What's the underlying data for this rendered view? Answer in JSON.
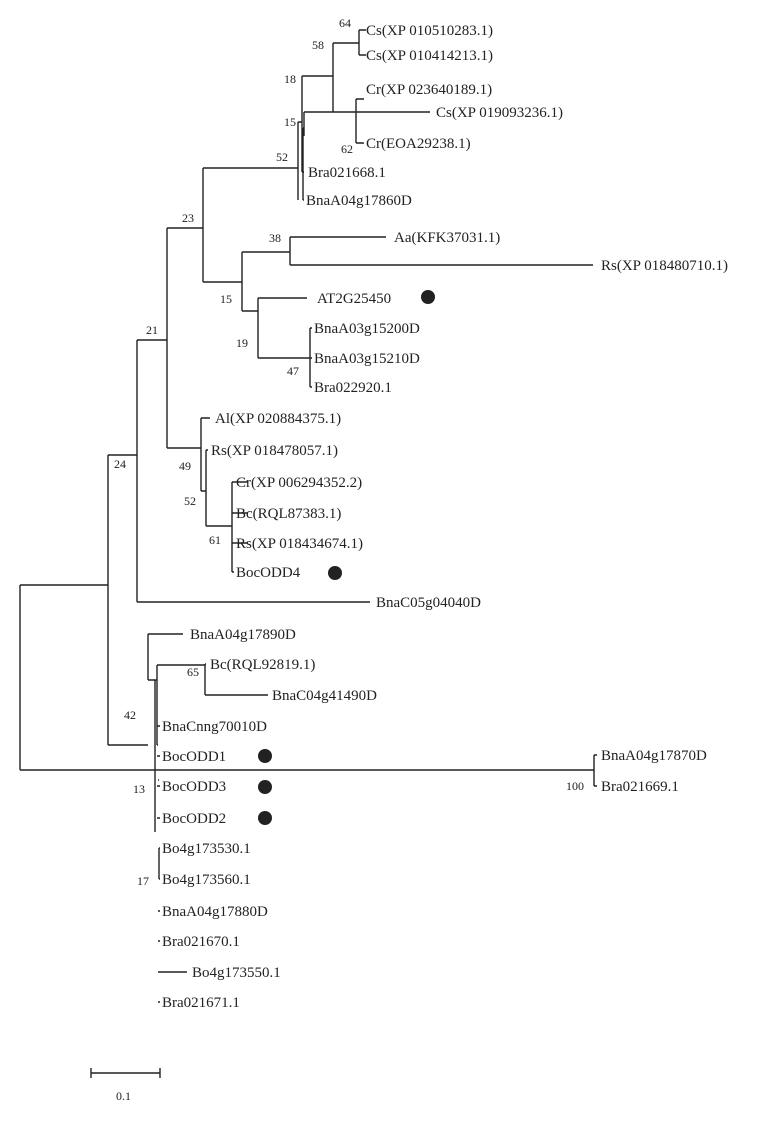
{
  "leaves": [
    "Cs(XP 010510283.1)",
    "Cs(XP 010414213.1)",
    "Cs(XP 019093236.1)",
    "Cr(XP 023640189.1)",
    "Cr(EOA29238.1)",
    "Bra021668.1",
    "BnaA04g17860D",
    "Aa(KFK37031.1)",
    "Rs(XP 018480710.1)",
    "AT2G25450",
    "BnaA03g15200D",
    "BnaA03g15210D",
    "Bra022920.1",
    "Al(XP 020884375.1)",
    "Rs(XP 018478057.1)",
    "Cr(XP 006294352.2)",
    "Bc(RQL87383.1)",
    "Rs(XP 018434674.1)",
    "BocODD4",
    "BnaC05g04040D",
    "BnaA04g17890D",
    "Bc(RQL92819.1)",
    "BnaC04g41490D",
    "BnaCnng70010D",
    "BocODD1",
    "BocODD3",
    "BocODD2",
    "Bo4g173530.1",
    "Bo4g173560.1",
    "BnaA04g17880D",
    "Bra021670.1",
    "Bo4g173550.1",
    "Bra021671.1",
    "BnaA04g17870D",
    "Bra021669.1"
  ],
  "marked_leaves": [
    "AT2G25450",
    "BocODD4",
    "BocODD1",
    "BocODD3",
    "BocODD2"
  ],
  "bootstrap": [
    "64",
    "58",
    "18",
    "15",
    "62",
    "52",
    "23",
    "38",
    "15",
    "19",
    "47",
    "21",
    "49",
    "52",
    "61",
    "24",
    "65",
    "42",
    "13",
    "17",
    "100"
  ],
  "scale_bar": {
    "label": "0.1"
  }
}
